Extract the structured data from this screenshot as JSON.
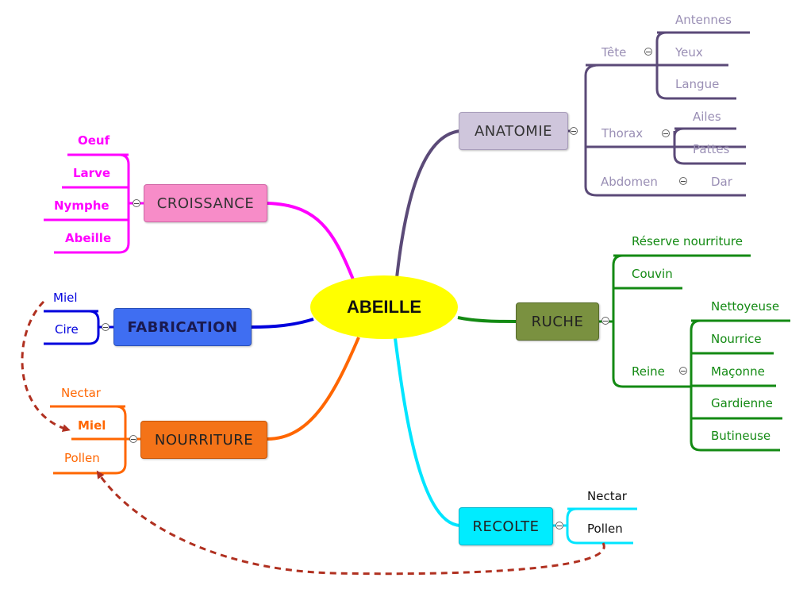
{
  "center": "ABEILLE",
  "colors": {
    "anatomie": "#5b4a78",
    "croissance": "#ff00ff",
    "fabrication": "#0000dd",
    "nourriture": "#ff6600",
    "ruche": "#138a13",
    "recolte": "#00e5ff",
    "arrow": "#b03020"
  },
  "branches": {
    "anatomie": {
      "label": "ANATOMIE",
      "tete": {
        "label": "Tête",
        "items": [
          "Antennes",
          "Yeux",
          "Langue"
        ]
      },
      "thorax": {
        "label": "Thorax",
        "items": [
          "Ailes",
          "Pattes"
        ]
      },
      "abdomen": {
        "label": "Abdomen",
        "items": [
          "Dar"
        ]
      }
    },
    "croissance": {
      "label": "CROISSANCE",
      "items": [
        "Oeuf",
        "Larve",
        "Nymphe",
        "Abeille"
      ]
    },
    "fabrication": {
      "label": "FABRICATION",
      "items": [
        "Miel",
        "Cire"
      ]
    },
    "nourriture": {
      "label": "NOURRITURE",
      "items": [
        "Nectar",
        "Miel",
        "Pollen"
      ]
    },
    "ruche": {
      "label": "RUCHE",
      "items": [
        "Réserve nourriture",
        "Couvin"
      ],
      "reine": {
        "label": "Reine",
        "items": [
          "Nettoyeuse",
          "Nourrice",
          "Maçonne",
          "Gardienne",
          "Butineuse"
        ]
      }
    },
    "recolte": {
      "label": "RECOLTE",
      "items": [
        "Nectar",
        "Pollen"
      ]
    }
  }
}
